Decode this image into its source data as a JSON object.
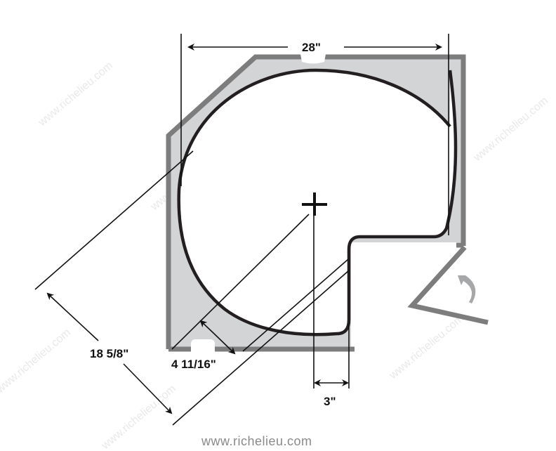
{
  "diagram": {
    "type": "lazy-susan-corner-cabinet-dimension-drawing",
    "dimensions": {
      "width_top": "28\"",
      "diagonal_depth": "18 5/8\"",
      "chamfer_offset": "4 11/16\"",
      "notch_width": "3\""
    },
    "center_mark": "pivot-center-cross",
    "door_arrow": "door-swing-arrow",
    "footer_url": "www.richelieu.com",
    "watermark_text": "www.richelieu.com",
    "colors": {
      "frame": "#7d7d7e",
      "fill": "#d3d4d6",
      "tray_outline": "#231f20",
      "lines": "#111111",
      "arrow_door": "#a6a7a9",
      "url_text": "#8a8a8a"
    }
  }
}
